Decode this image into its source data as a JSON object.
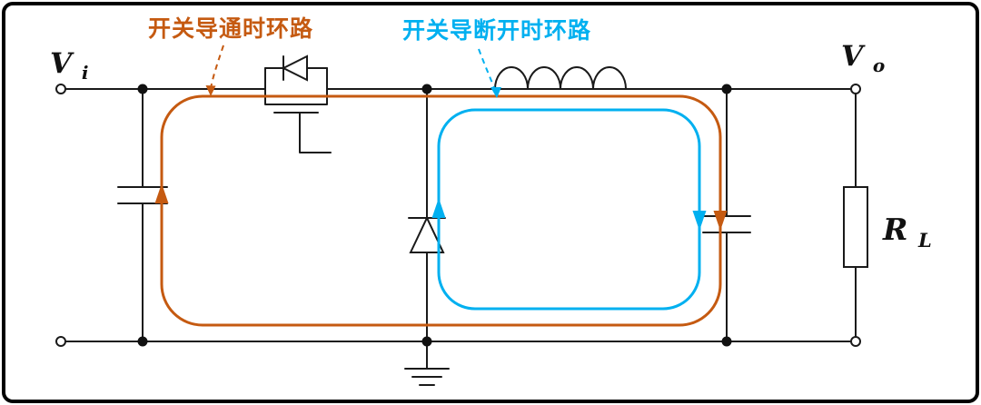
{
  "terminals": {
    "input": {
      "symbol": "V",
      "subscript": "i"
    },
    "output": {
      "symbol": "V",
      "subscript": "o"
    }
  },
  "load_resistor": {
    "symbol": "R",
    "subscript": "L"
  },
  "annotations": {
    "on_loop_label": "开关导通时环路",
    "off_loop_label": "开关导断开时环路"
  },
  "colors": {
    "on_loop": "#C55A11",
    "off_loop": "#00B0F0",
    "wire": "#1a1a1a",
    "background": "#ffffff",
    "border": "#000000"
  },
  "components": {
    "mosfet": "mosfet-switch",
    "body_diode": "body-diode",
    "inductor": "inductor",
    "freewheel_diode": "freewheeling-diode",
    "input_capacitor": "input-capacitor",
    "output_capacitor": "output-capacitor",
    "load": "load-resistor",
    "ground": "ground-symbol"
  }
}
